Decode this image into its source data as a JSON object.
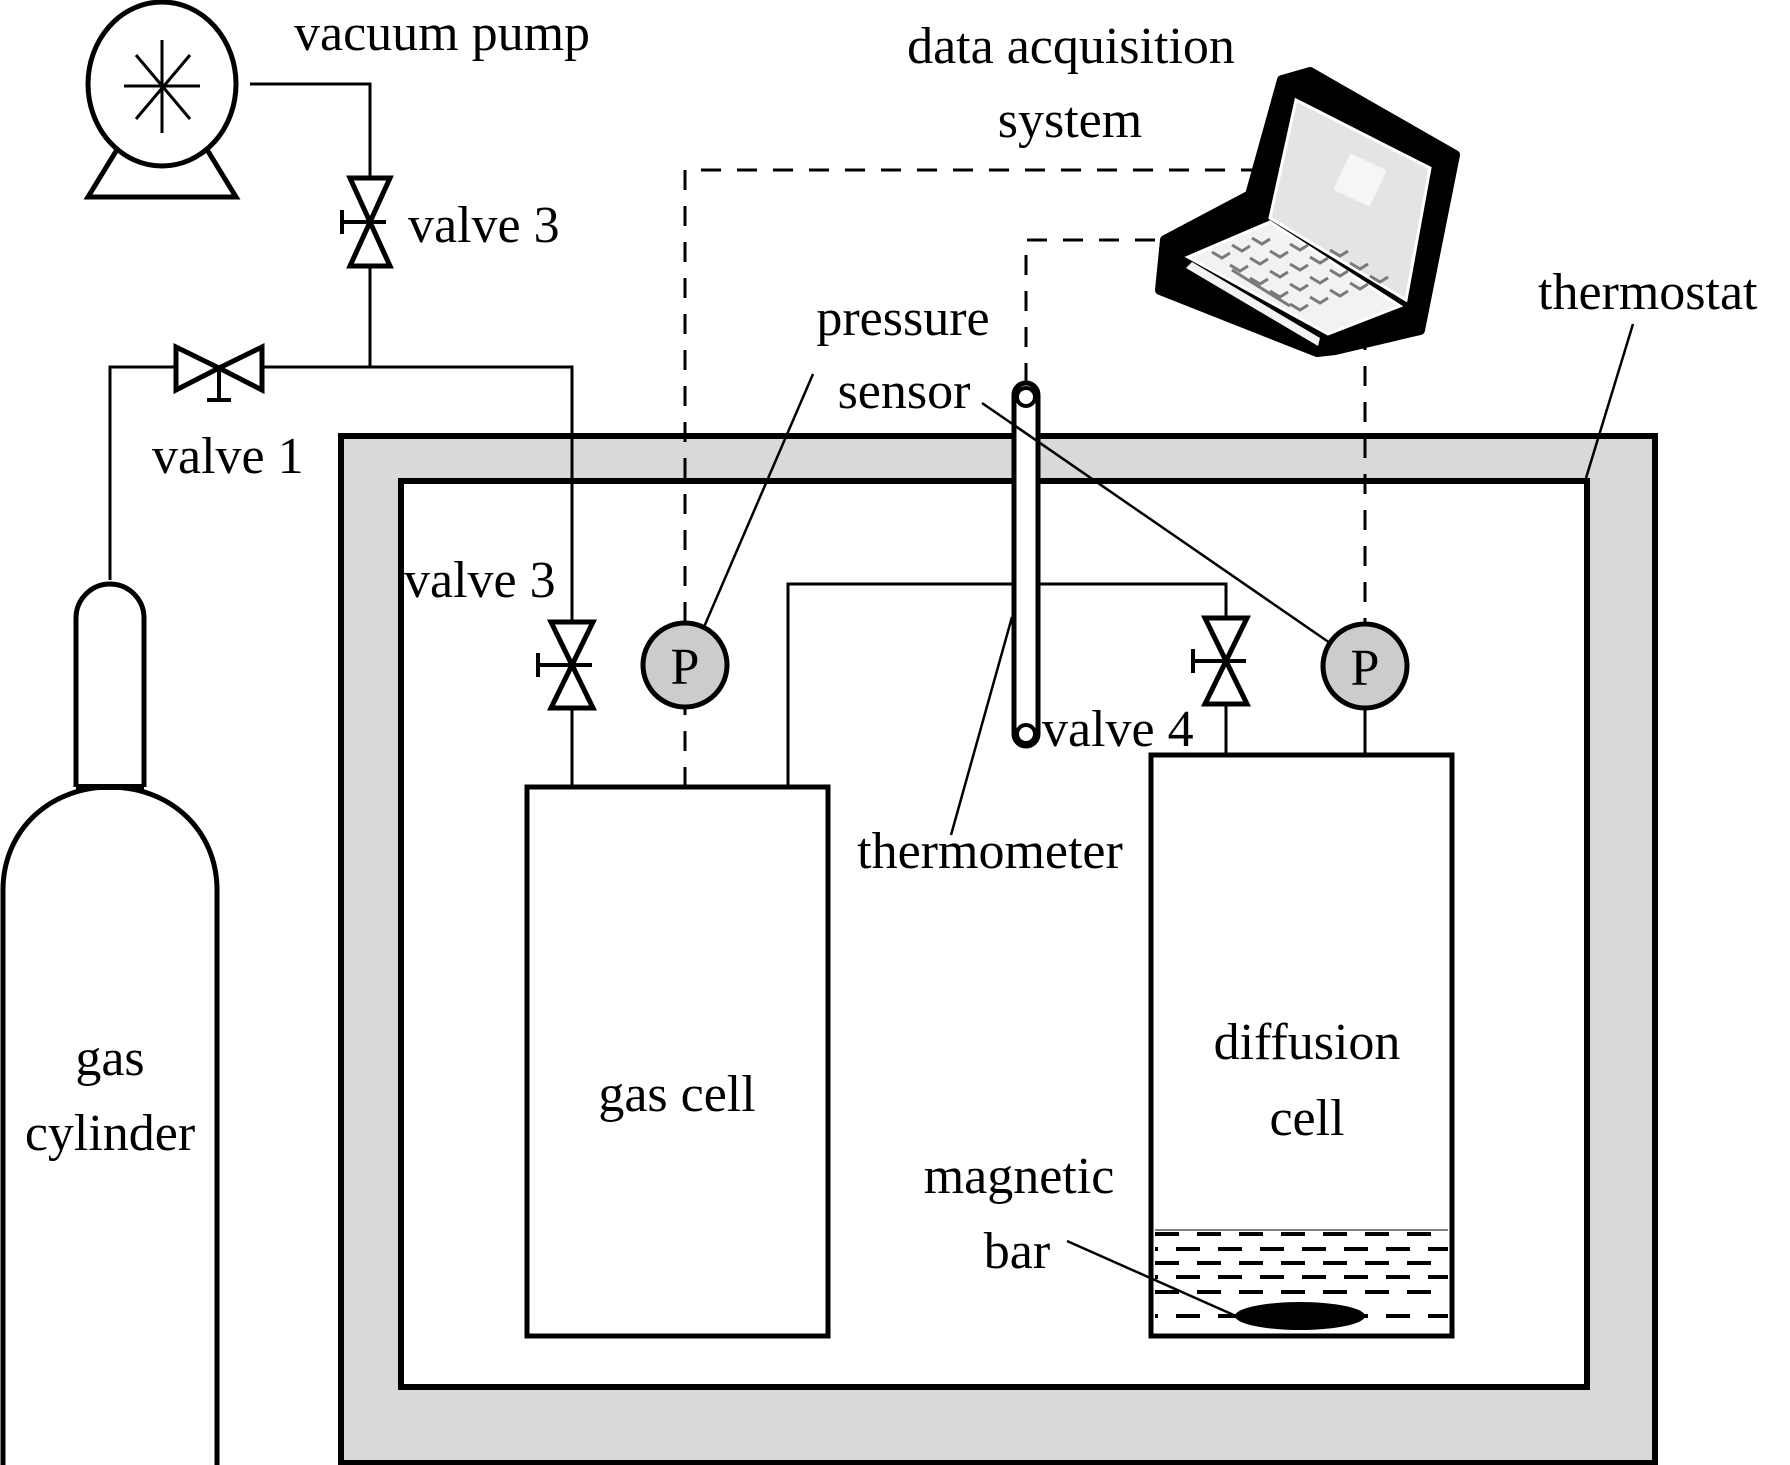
{
  "figure": {
    "title": "Gas diffusion experimental apparatus",
    "colors": {
      "line": "#000000",
      "background": "#ffffff",
      "thermostat_wall": "#d9d9d9",
      "gauge_fill": "#cccccc",
      "screen": "#e0e0e0"
    }
  },
  "labels": {
    "vacuum_pump": "vacuum pump",
    "valve_3_top": "valve 3",
    "valve_1": "valve 1",
    "valve_3_inner": "valve 3",
    "valve_4": "valve 4",
    "data_acquisition_line1": "data acquisition",
    "data_acquisition_line2": "system",
    "pressure_sensor_line1": "pressure",
    "pressure_sensor_line2": "sensor",
    "thermostat": "thermostat",
    "thermometer": "thermometer",
    "gas_cylinder_line1": "gas",
    "gas_cylinder_line2": "cylinder",
    "gas_cell": "gas cell",
    "diffusion_cell_line1": "diffusion",
    "diffusion_cell_line2": "cell",
    "magnetic_bar_line1": "magnetic",
    "magnetic_bar_line2": "bar",
    "pressure_gauge_symbol": "P"
  },
  "components": [
    {
      "id": "vacuum-pump",
      "icon": "pump-icon"
    },
    {
      "id": "valve-3-top",
      "icon": "valve-icon"
    },
    {
      "id": "valve-1",
      "icon": "valve-icon"
    },
    {
      "id": "gas-cylinder",
      "icon": "gas-cylinder-icon"
    },
    {
      "id": "thermostat",
      "icon": "thermostat-bath"
    },
    {
      "id": "valve-3-inner",
      "icon": "valve-icon"
    },
    {
      "id": "pressure-gauge-left",
      "icon": "pressure-gauge-icon"
    },
    {
      "id": "gas-cell",
      "icon": "vessel"
    },
    {
      "id": "thermometer",
      "icon": "thermometer-icon"
    },
    {
      "id": "valve-4",
      "icon": "valve-icon"
    },
    {
      "id": "pressure-gauge-right",
      "icon": "pressure-gauge-icon"
    },
    {
      "id": "diffusion-cell",
      "icon": "vessel"
    },
    {
      "id": "magnetic-bar",
      "icon": "stir-bar-icon"
    },
    {
      "id": "laptop",
      "icon": "laptop-icon"
    }
  ]
}
